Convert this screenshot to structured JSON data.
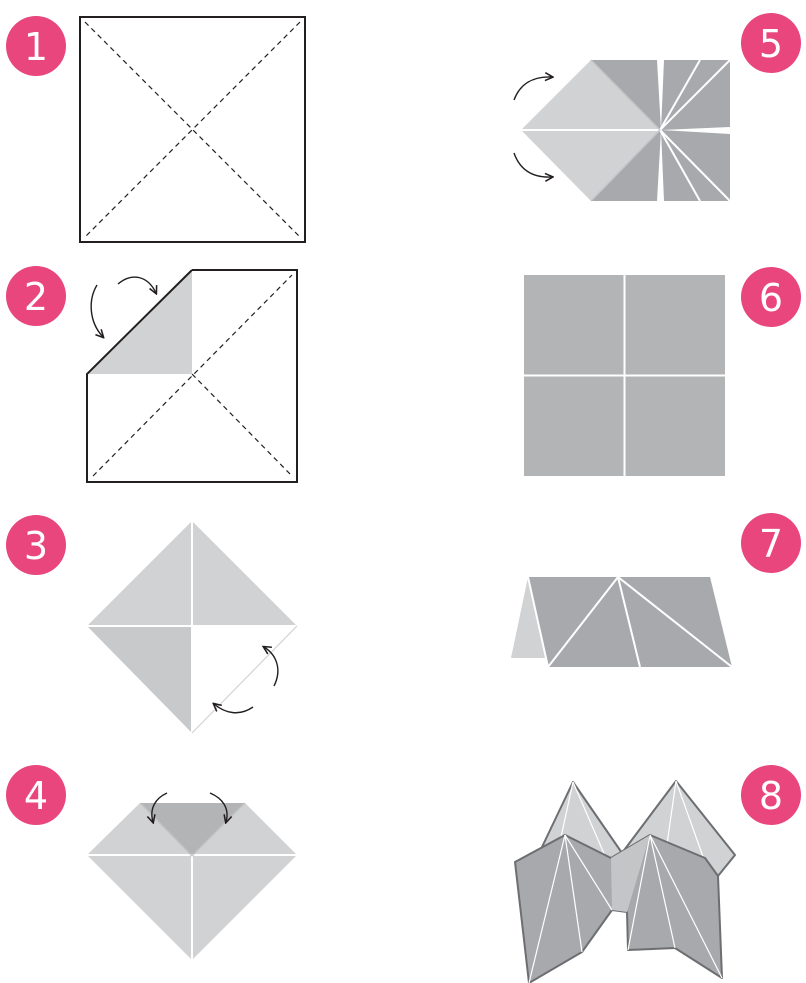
{
  "colors": {
    "badge": "#e8467c",
    "paper_light": "#d1d2d3",
    "paper_mid": "#b3b4b6",
    "paper_dark": "#a7a9ac",
    "outline": "#231f20"
  },
  "steps": [
    {
      "number": "1",
      "icon": "square-with-diagonals"
    },
    {
      "number": "2",
      "icon": "fold-corner"
    },
    {
      "number": "3",
      "icon": "diamond-fold-corners"
    },
    {
      "number": "4",
      "icon": "fold-top-corners"
    },
    {
      "number": "5",
      "icon": "fold-left-corners"
    },
    {
      "number": "6",
      "icon": "folded-square"
    },
    {
      "number": "7",
      "icon": "fold-in-half"
    },
    {
      "number": "8",
      "icon": "fortune-teller"
    }
  ]
}
